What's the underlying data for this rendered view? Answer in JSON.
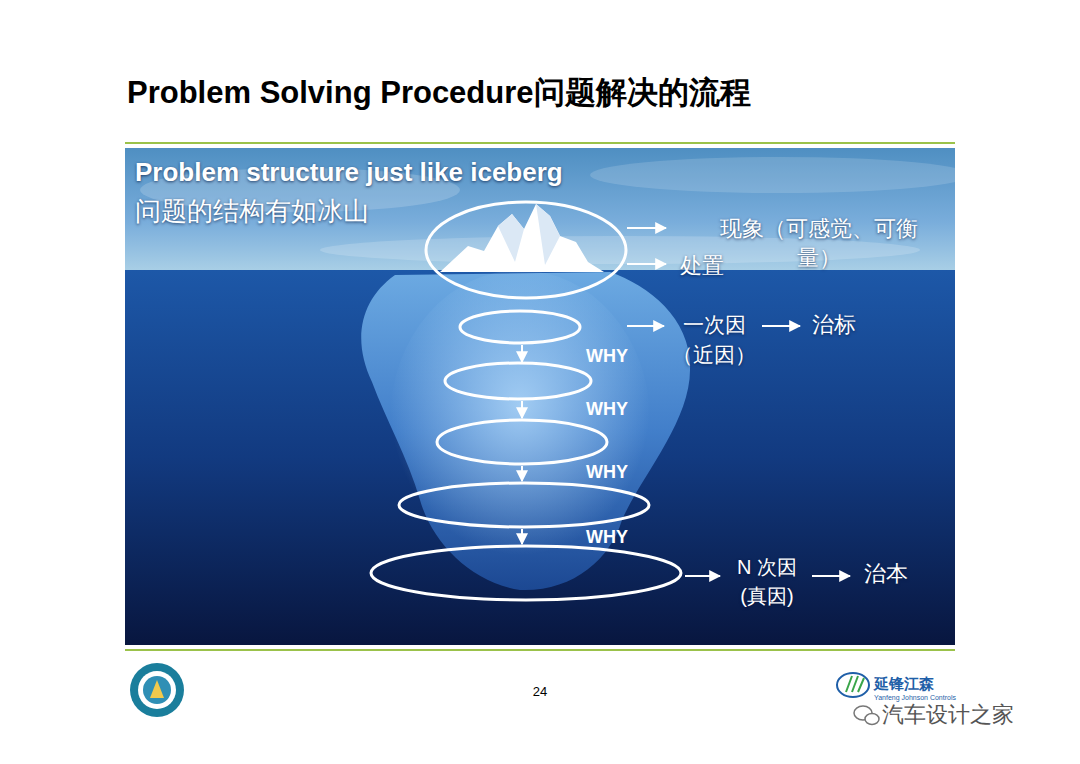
{
  "diagram": {
    "title": "Problem Solving Procedure问题解决的流程",
    "labels": [
      "Problem structure just like iceberg",
      "问题的结构有如冰山",
      "现象（可感觉、可衡量）",
      "处置",
      "一次因（近因）",
      "治标",
      "WHY",
      "WHY",
      "WHY",
      "WHY",
      "N 次因 (真因)",
      "治本",
      "24",
      "延锋江森",
      "Yanfeng Johnson Controls",
      "汽车设计之家"
    ]
  }
}
